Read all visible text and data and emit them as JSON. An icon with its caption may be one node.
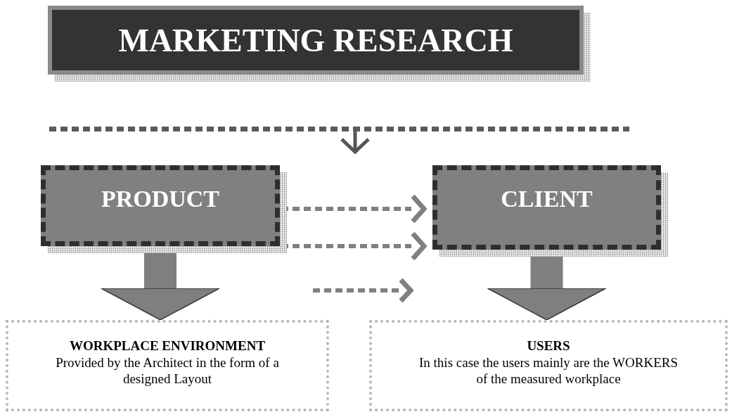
{
  "diagram": {
    "nodes": [
      {
        "text": [
          "MARKETING RESEARCH"
        ]
      },
      {
        "text": [],
        "shape": "bar"
      },
      {
        "text": [
          "PRODUCT"
        ]
      },
      {
        "text": [
          "CLIENT"
        ]
      },
      {
        "text": [
          "WORKPLACE ENVIRONMENT",
          "Provided by the Architect in the form of a designed Layout"
        ]
      },
      {
        "text": [
          "USERS",
          "In this case the users mainly are the WORKERS of the measured workplace"
        ]
      }
    ],
    "edges": [
      {
        "from": 1,
        "to": null,
        "arrow": "to"
      },
      {
        "from": 2,
        "to": 3,
        "arrow": "to",
        "style": "dashed"
      },
      {
        "from": 2,
        "to": 3,
        "arrow": "to",
        "style": "dashed"
      },
      {
        "from": 2,
        "to": 4,
        "arrow": "to",
        "style": "thick"
      },
      {
        "from": 3,
        "to": 5,
        "arrow": "to",
        "style": "thick"
      }
    ]
  }
}
